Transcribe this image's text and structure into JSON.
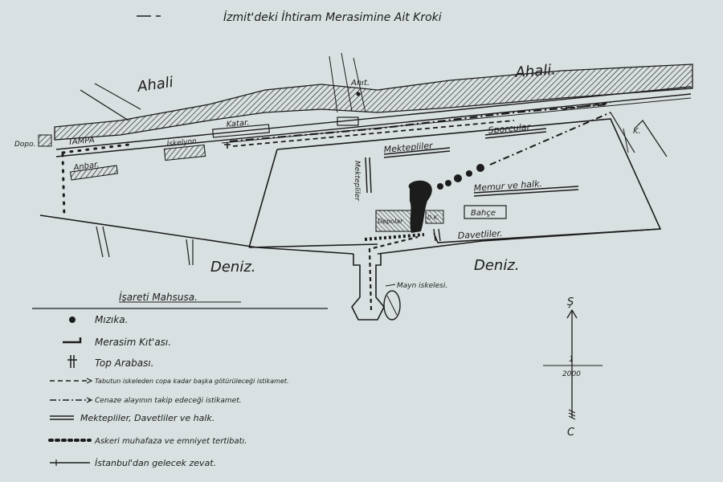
{
  "title": "İzmit'deki İhtiram Merasimine Ait Kroki",
  "places": {
    "ahali_left": "Ahali",
    "ahali_right": "Ahali.",
    "anit": "Anıt.",
    "dopo": "Dopo.",
    "tampa": "TAMPA",
    "katar": "Katar.",
    "iskelyon": "İskelyon",
    "anbar": "Anbar.",
    "sporcular": "Sporcular",
    "mektepliler_top": "Mektepliler",
    "mektepliler_side": "Mektepliler",
    "memur_ve_halk": "Memur ve halk.",
    "depolar": "Depolar",
    "dk": "D.K.",
    "bahce": "Bahçe",
    "davetliler": "Davetliler.",
    "k": "K.",
    "deniz_left": "Deniz.",
    "deniz_right": "Deniz.",
    "mayn_iskelesi": "Mayn iskelesi."
  },
  "legend": {
    "heading": "İşareti Mahsusa.",
    "items": [
      "Mızıka.",
      "Merasim Kıt'ası.",
      "Top Arabası.",
      "Tabutun iskeleden copa kadar başka götürüleceği istikamet.",
      "Cenaze alayının takip edeceği istikamet.",
      "Mektepliler, Davetliler ve halk.",
      "Askeri muhafaza ve emniyet tertibatı.",
      "İstanbul'dan gelecek zevat."
    ]
  },
  "compass": {
    "north": "Ş",
    "south": "C"
  },
  "scale": {
    "numerator": "1",
    "denominator": "2000"
  },
  "colors": {
    "paper": "#d9e0e1",
    "ink": "#1c1c1c"
  }
}
